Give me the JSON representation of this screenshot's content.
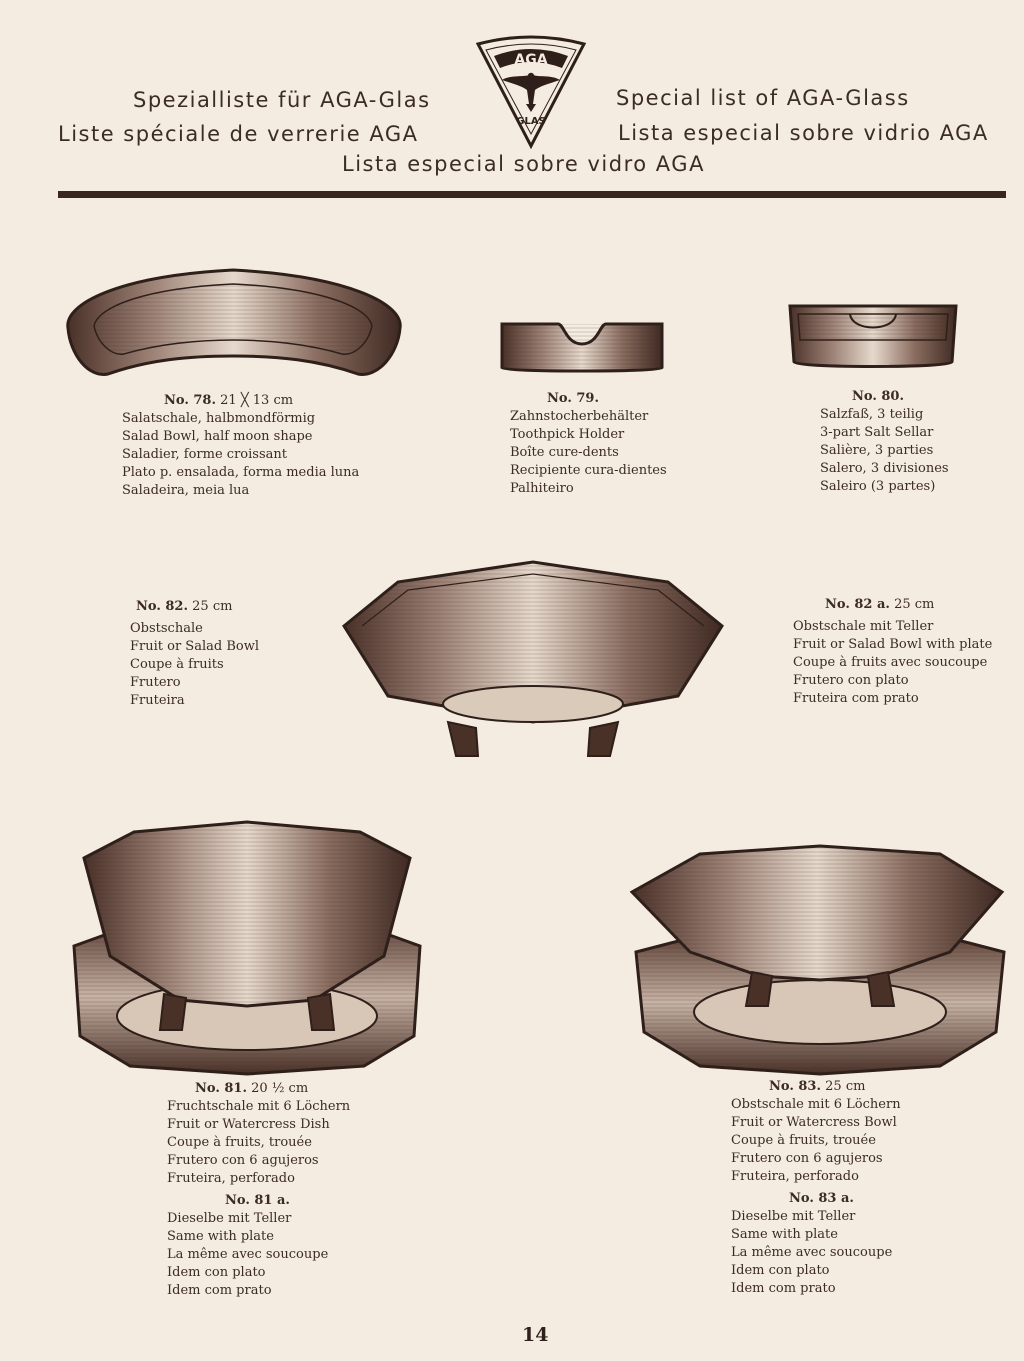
{
  "header": {
    "german": "Spezialliste für AGA-Glas",
    "french": "Liste spéciale de verrerie AGA",
    "english": "Special list of AGA-Glass",
    "spanish": "Lista especial sobre vidrio AGA",
    "portuguese": "Lista especial sobre vidro AGA",
    "logo_top": "AGA",
    "logo_bottom": "GLAS"
  },
  "items": {
    "no78": {
      "number": "No. 78.",
      "size": "21 ╳ 13 cm",
      "lines": [
        "Salatschale, halbmondförmig",
        "Salad Bowl, half moon shape",
        "Saladier, forme croissant",
        "Plato p. ensalada, forma media luna",
        "Saladeira, meia lua"
      ]
    },
    "no79": {
      "number": "No. 79.",
      "lines": [
        "Zahnstocherbehälter",
        "Toothpick Holder",
        "Boîte cure-dents",
        "Recipiente cura-dientes",
        "Palhiteiro"
      ]
    },
    "no80": {
      "number": "No. 80.",
      "lines": [
        "Salzfaß, 3 teilig",
        "3-part Salt Sellar",
        "Salière, 3 parties",
        "Salero, 3 divisiones",
        "Saleiro (3 partes)"
      ]
    },
    "no82": {
      "number": "No. 82.",
      "size": "25 cm",
      "lines": [
        "Obstschale",
        "Fruit or Salad Bowl",
        "Coupe à fruits",
        "Frutero",
        "Fruteira"
      ]
    },
    "no82a": {
      "number": "No. 82 a.",
      "size": "25 cm",
      "lines": [
        "Obstschale mit Teller",
        "Fruit or Salad Bowl with plate",
        "Coupe à fruits avec soucoupe",
        "Frutero con plato",
        "Fruteira com prato"
      ]
    },
    "no81": {
      "number": "No. 81.",
      "size": "20 ½ cm",
      "lines": [
        "Fruchtschale mit 6 Löchern",
        "Fruit or Watercress Dish",
        "Coupe à fruits, trouée",
        "Frutero con 6 agujeros",
        "Fruteira, perforado"
      ]
    },
    "no81a": {
      "number": "No. 81 a.",
      "lines": [
        "Dieselbe mit Teller",
        "Same with plate",
        "La même avec soucoupe",
        "Idem con plato",
        "Idem com prato"
      ]
    },
    "no83": {
      "number": "No. 83.",
      "size": "25 cm",
      "lines": [
        "Obstschale mit 6 Löchern",
        "Fruit or Watercress Bowl",
        "Coupe à fruits, trouée",
        "Frutero con 6 agujeros",
        "Fruteira, perforado"
      ]
    },
    "no83a": {
      "number": "No. 83 a.",
      "lines": [
        "Dieselbe mit Teller",
        "Same with plate",
        "La même avec soucoupe",
        "Idem con plato",
        "Idem com prato"
      ]
    }
  },
  "page_number": "14",
  "colors": {
    "paper": "#f4ece0",
    "ink": "#3a2620"
  }
}
